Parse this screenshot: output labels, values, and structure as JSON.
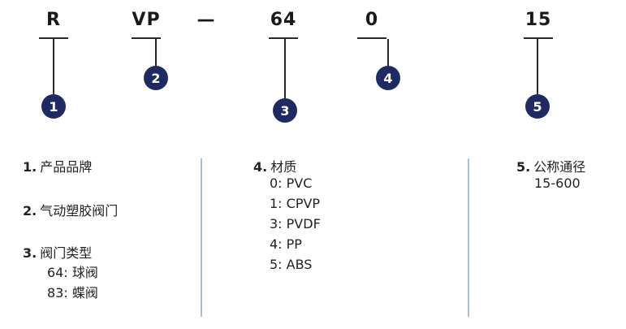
{
  "model_code": {
    "segments": [
      {
        "text": "R",
        "badge": "1"
      },
      {
        "text": "VP",
        "badge": "2"
      },
      {
        "text": "—",
        "badge": ""
      },
      {
        "text": "64",
        "badge": "3"
      },
      {
        "text": "0",
        "badge": "4"
      },
      {
        "text": "15",
        "badge": "5"
      }
    ]
  },
  "legend": {
    "items": [
      {
        "num": "1.",
        "title": "产品品牌",
        "subs": []
      },
      {
        "num": "2.",
        "title": "气动塑胶阀门",
        "subs": []
      },
      {
        "num": "3.",
        "title": "阀门类型",
        "subs": [
          "64: 球阀",
          "83: 蝶阀"
        ]
      },
      {
        "num": "4.",
        "title": "材质",
        "subs": [
          "0: PVC",
          "1: CPVP",
          "3: PVDF",
          "4: PP",
          "5: ABS"
        ]
      },
      {
        "num": "5.",
        "title": "公称通径",
        "subs": [
          "15-600"
        ]
      }
    ]
  },
  "colors": {
    "badge_circle": "#1f2a63",
    "divider_line": "#a5bfd4",
    "text": "#222222"
  }
}
